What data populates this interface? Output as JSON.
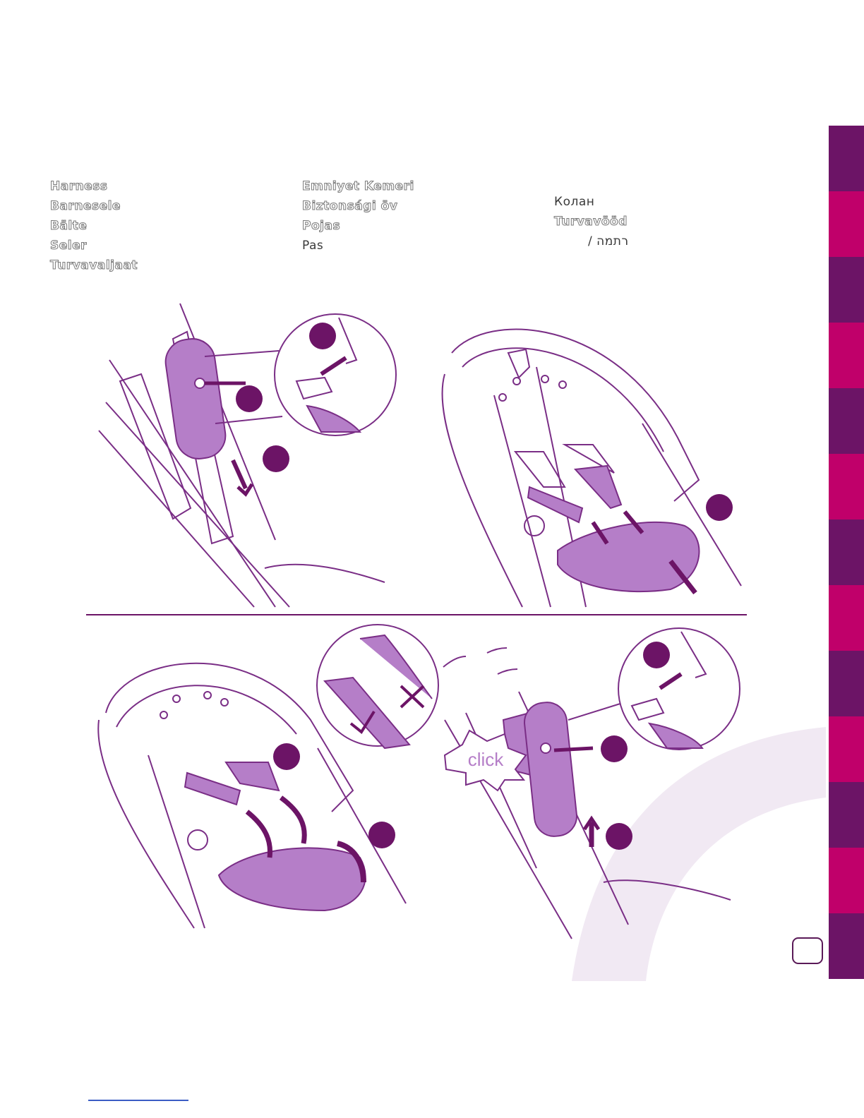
{
  "labels": {
    "col1": [
      "Harness",
      "Barnesele",
      "Bälte",
      "Seler",
      "Turvavaljaat"
    ],
    "col2": [
      "Emniyet Kemeri",
      "Biztonsági öv",
      "Pojas",
      "Pas"
    ],
    "col3": [
      "Колан",
      "Turvavööd",
      "/ רתמה"
    ]
  },
  "click_text": "click",
  "colors": {
    "purple": "#6c1466",
    "magenta": "#c0006a",
    "light_purple": "#b57ec8",
    "line_purple": "#7a2e86",
    "watermark": "#f1e9f3"
  },
  "side_strip": [
    "purple",
    "magenta",
    "purple",
    "magenta",
    "purple",
    "magenta",
    "purple",
    "magenta",
    "purple",
    "magenta",
    "purple",
    "magenta",
    "purple"
  ]
}
